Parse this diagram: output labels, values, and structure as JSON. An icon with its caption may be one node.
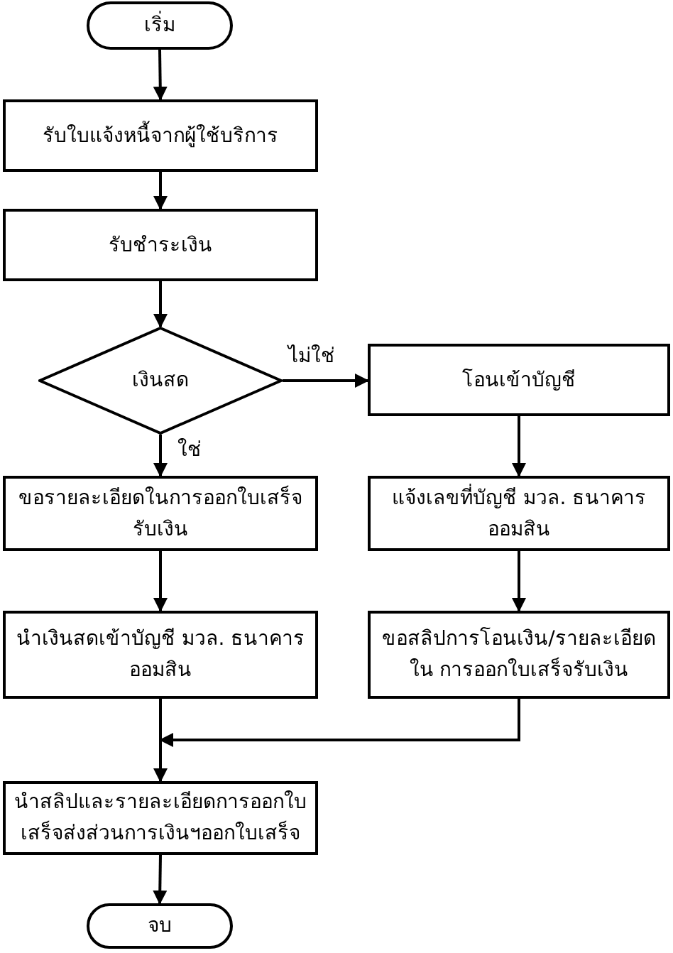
{
  "diagram": {
    "nodes": [
      {
        "text": [
          "เริ่ม"
        ]
      },
      {
        "text": [
          "รับใบแจ้งหนี้จากผู้ใช้บริการ"
        ]
      },
      {
        "text": [
          "รับชำระเงิน"
        ]
      },
      {
        "text": [
          "เงินสด"
        ]
      },
      {
        "text": [
          "โอนเข้าบัญชี"
        ]
      },
      {
        "text": [
          "ขอรายละเอียดในการออกใบเสร็จ รับเงิน"
        ]
      },
      {
        "text": [
          "แจ้งเลขที่บัญชี มวล. ธนาคารออมสิน"
        ]
      },
      {
        "text": [
          "นำเงินสดเข้าบัญชี มวล. ธนาคาร ออมสิน"
        ]
      },
      {
        "text": [
          "ขอสลิปการโอนเงิน/รายละเอียดใน การออกใบเสร็จรับเงิน"
        ]
      },
      {
        "text": [
          "นำสลิปและรายละเอียดการออกใบ เสร็จส่งส่วนการเงินฯออกใบเสร็จ"
        ]
      },
      {
        "text": [
          "จบ"
        ]
      }
    ],
    "edges": [
      {
        "from": 0,
        "to": 1,
        "arrow": "to"
      },
      {
        "from": 1,
        "to": 2,
        "arrow": "to"
      },
      {
        "from": 2,
        "to": 3,
        "arrow": "to"
      },
      {
        "from": 3,
        "to": 4,
        "arrow": "to",
        "label": "ไม่ใช่"
      },
      {
        "from": 3,
        "to": 5,
        "arrow": "to",
        "label": "ใช่"
      },
      {
        "from": 4,
        "to": 6,
        "arrow": "to"
      },
      {
        "from": 6,
        "to": 8,
        "arrow": "to"
      },
      {
        "from": 5,
        "to": 7,
        "arrow": "to"
      },
      {
        "from": 7,
        "to": 9,
        "arrow": "to"
      },
      {
        "from": 8,
        "to": 9,
        "arrow": "to"
      },
      {
        "from": 9,
        "to": 10,
        "arrow": "to"
      }
    ]
  }
}
